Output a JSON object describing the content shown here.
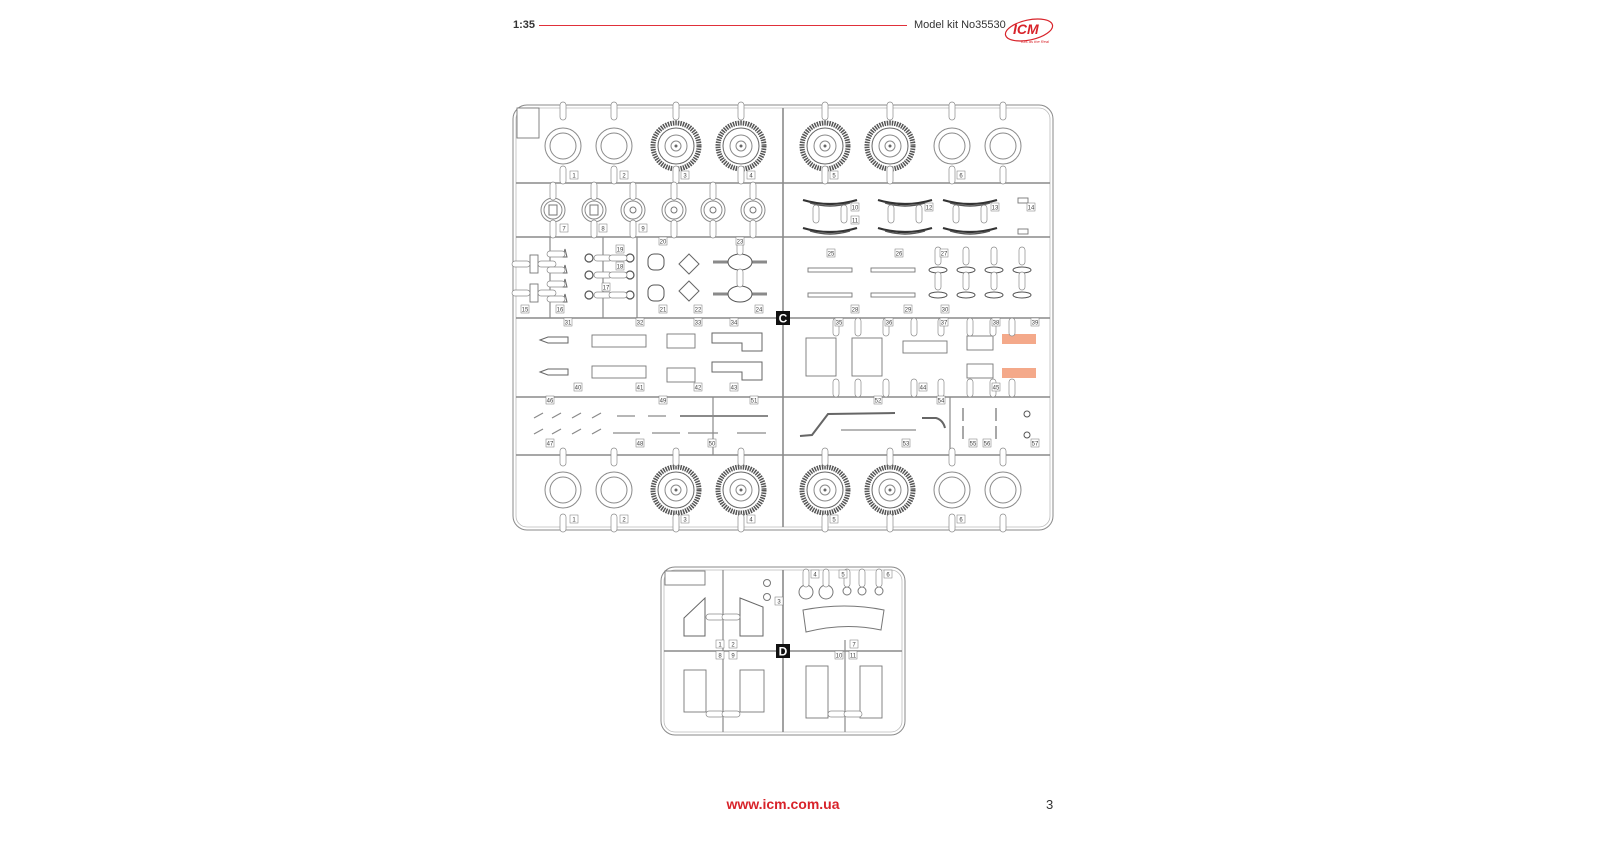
{
  "header": {
    "scale": "1:35",
    "kit_number": "Model kit No35530",
    "logo_text": "ICM",
    "logo_tagline": "Kits as the Real"
  },
  "sprue_c": {
    "letter": "C",
    "part_labels": [
      "1",
      "2",
      "3",
      "4",
      "5",
      "6",
      "7",
      "8",
      "9",
      "10",
      "11",
      "12",
      "13",
      "14",
      "15",
      "16",
      "17",
      "18",
      "19",
      "20",
      "21",
      "22",
      "23",
      "24",
      "25",
      "26",
      "27",
      "28",
      "29",
      "30",
      "31",
      "32",
      "33",
      "34",
      "35",
      "36",
      "37",
      "38",
      "39",
      "40",
      "41",
      "42",
      "43",
      "44",
      "45",
      "46",
      "47",
      "48",
      "49",
      "50",
      "51",
      "52",
      "53",
      "54",
      "55",
      "56",
      "57",
      "1",
      "2",
      "3",
      "4",
      "5",
      "6"
    ],
    "highlight_color": "#f4a98a"
  },
  "sprue_d": {
    "letter": "D",
    "part_labels": [
      "1",
      "2",
      "3",
      "4",
      "5",
      "6",
      "7",
      "8",
      "9",
      "10",
      "11"
    ]
  },
  "footer": {
    "url": "www.icm.com.ua",
    "page_number": "3"
  },
  "colors": {
    "accent": "#d8232a",
    "line": "#888888"
  }
}
